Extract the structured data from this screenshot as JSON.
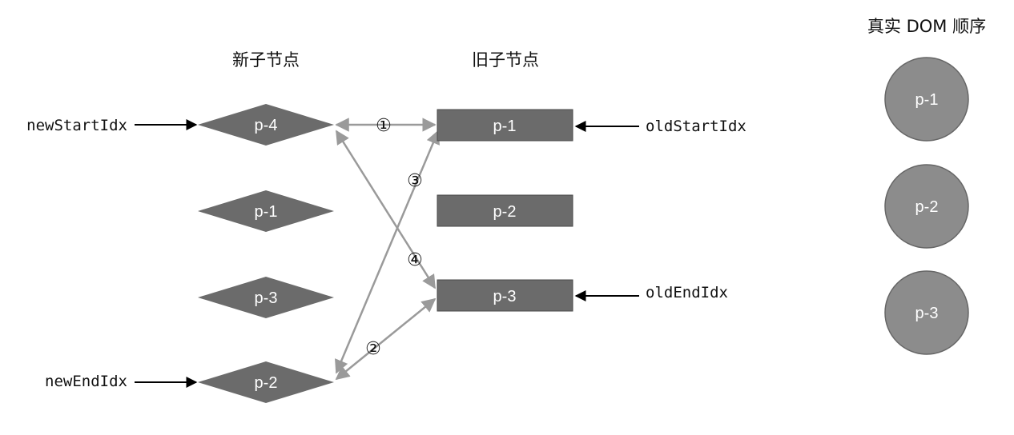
{
  "headings": {
    "new_children": "新子节点",
    "old_children": "旧子节点",
    "real_dom": "真实 DOM 顺序"
  },
  "new_children": [
    "p-4",
    "p-1",
    "p-3",
    "p-2"
  ],
  "old_children": [
    "p-1",
    "p-2",
    "p-3"
  ],
  "real_dom": [
    "p-1",
    "p-2",
    "p-3"
  ],
  "pointers": {
    "new_start": "newStartIdx",
    "new_end": "newEndIdx",
    "old_start": "oldStartIdx",
    "old_end": "oldEndIdx"
  },
  "steps": [
    "①",
    "②",
    "③",
    "④"
  ],
  "colors": {
    "new_node_fill": "#6b6b6b",
    "old_node_fill": "#6b6b6b",
    "dom_node_fill": "#8c8c8c",
    "connector": "#9a9a9a",
    "pointer_arrow": "#000000"
  }
}
